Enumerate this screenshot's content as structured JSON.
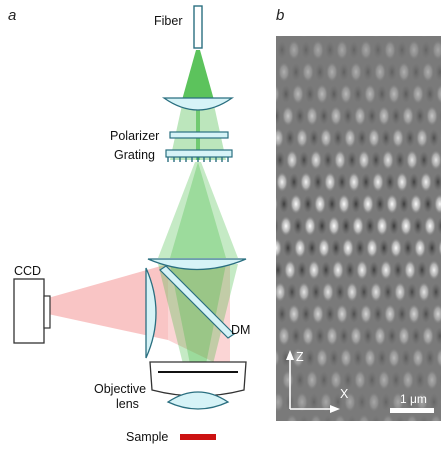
{
  "panels": {
    "a": "a",
    "b": "b"
  },
  "labels": {
    "fiber": "Fiber",
    "polarizer": "Polarizer",
    "grating": "Grating",
    "ccd": "CCD",
    "dm": "DM",
    "objective_line1": "Objective",
    "objective_line2": "lens",
    "sample": "Sample"
  },
  "image_b": {
    "axis_z": "Z",
    "axis_x": "X",
    "scale_bar": "1 μm"
  },
  "colors": {
    "beam_green": "#3fb83f",
    "beam_red": "#f4a3a3",
    "optic_fill": "#d6f3f7",
    "optic_stroke": "#2a6f80",
    "sample": "#cc1111",
    "image_bg": "#7a7a7a"
  }
}
